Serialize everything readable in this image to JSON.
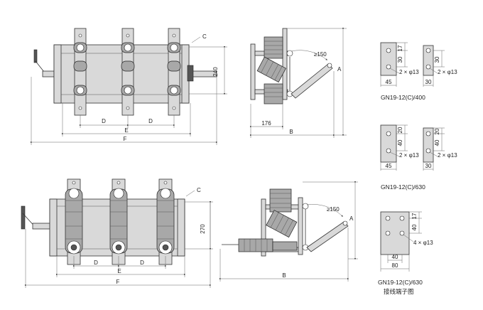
{
  "top_front": {
    "C": "C",
    "d1": "D",
    "d2": "D",
    "E": "E",
    "F": "F",
    "h": "240"
  },
  "top_side": {
    "angle": "≥150",
    "A": "A",
    "B": "B",
    "w": "176"
  },
  "bottom_front": {
    "C": "C",
    "d1": "D",
    "d2": "D",
    "E": "E",
    "F": "F",
    "h": "270"
  },
  "bottom_side": {
    "angle": "≥150",
    "A": "A",
    "B": "B"
  },
  "terminal_400": {
    "caption": "GN19-12(C)/400",
    "a": {
      "top": "17",
      "mid": "30",
      "width": "45",
      "holes": "2 × φ13"
    },
    "b": {
      "mid": "30",
      "width": "30",
      "holes": "2 × φ13"
    }
  },
  "terminal_630a": {
    "caption": "GN19-12(C)/630",
    "a": {
      "top": "20",
      "mid": "40",
      "width": "45",
      "holes": "2 × φ13"
    },
    "b": {
      "top": "20",
      "mid": "40",
      "width": "30",
      "holes": "2 × φ13"
    }
  },
  "terminal_630b": {
    "caption": "GN19-12(C)/630",
    "subcaption": "接线端子图",
    "top": "17",
    "mid": "40",
    "inner": "40",
    "width": "80",
    "holes": "4 × φ13"
  }
}
